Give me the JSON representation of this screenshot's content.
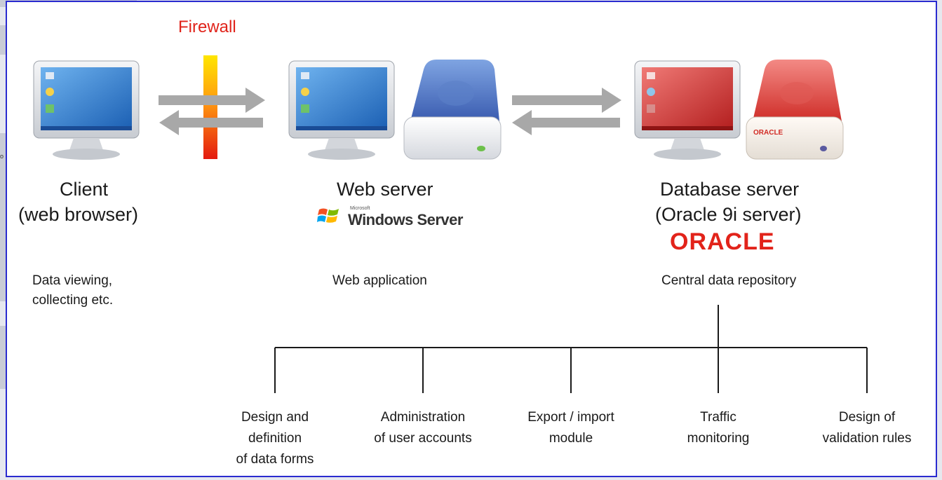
{
  "side_fragment": "o",
  "firewall": {
    "label": "Firewall"
  },
  "client": {
    "title": "Client",
    "subtitle": "(web browser)",
    "desc_line1": "Data viewing,",
    "desc_line2": "collecting etc."
  },
  "web_server": {
    "title": "Web server",
    "logo_small": "Microsoft",
    "logo_text": "Windows Server",
    "desc": "Web application"
  },
  "db_server": {
    "title": "Database server",
    "subtitle": "(Oracle 9i server)",
    "logo": "ORACLE",
    "device_label": "ORACLE",
    "desc": "Central data repository"
  },
  "modules": [
    {
      "lines": [
        "Design and",
        "definition",
        "of data forms"
      ]
    },
    {
      "lines": [
        "Administration",
        "of user accounts"
      ]
    },
    {
      "lines": [
        "Export / import",
        "module"
      ]
    },
    {
      "lines": [
        "Traffic",
        "monitoring"
      ]
    },
    {
      "lines": [
        "Design of",
        "validation rules"
      ]
    }
  ],
  "colors": {
    "border": "#2a2bd0",
    "firewall_text": "#e0231a",
    "oracle_red": "#e2231a",
    "screen_blue": "#2f7fd0",
    "screen_red": "#d8302e",
    "arrow_gray": "#a8a8a8"
  }
}
